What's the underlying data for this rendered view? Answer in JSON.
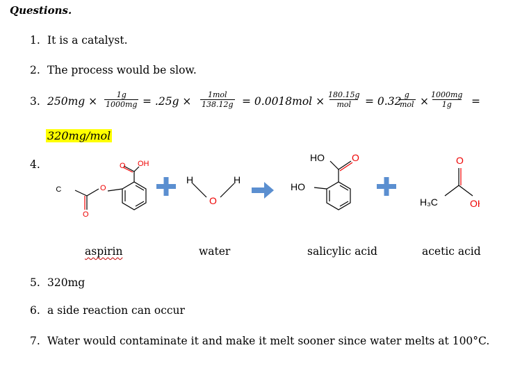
{
  "heading": "Questions.",
  "items": [
    {
      "num": "1.",
      "text": "It is a catalyst."
    },
    {
      "num": "2.",
      "text": "The process would be slow."
    },
    {
      "num": "3."
    },
    {
      "num": "4."
    },
    {
      "num": "5.",
      "text": "320mg"
    },
    {
      "num": "6.",
      "text": "a side reaction can occur"
    },
    {
      "num": "7.",
      "text": "Water would contaminate it and make it melt sooner since water melts at 100°C."
    }
  ],
  "calc": {
    "t1": "250mg ×",
    "f1n": "1g",
    "f1d": "1000mg",
    "t2": "= .25g ×",
    "f2n": "1mol",
    "f2d": "138.12g",
    "t3": "= 0.0018mol ×",
    "f3n": "180.15g",
    "f3d": "mol",
    "t4": "= 0.32",
    "f4n": "g",
    "f4d": "mol",
    "t5": "×",
    "f5n": "1000mg",
    "f5d": "1g",
    "t6": "=",
    "answer": "320mg/mol"
  },
  "reaction": {
    "aspirin": "aspirin",
    "water": "water",
    "salicylic": "salicylic acid",
    "acetic": "acetic acid",
    "atoms": {
      "oh": "OH",
      "h3c": "H₃C",
      "o": "O",
      "h": "H",
      "ho": "HO",
      "oh2": "OH"
    }
  }
}
